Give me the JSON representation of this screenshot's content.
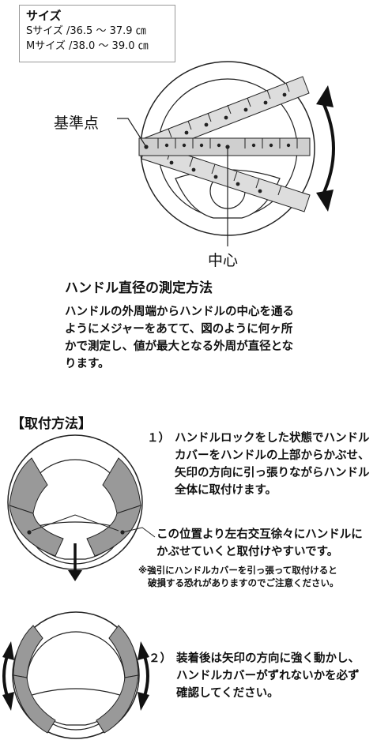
{
  "sizes": {
    "title": "サイズ",
    "s": "Sサイズ /36.5 ～ 37.9 ㎝",
    "m": "Mサイズ /38.0 ～ 39.0 ㎝"
  },
  "diagram": {
    "reference_point_label": "基準点",
    "center_label": "中心"
  },
  "measure": {
    "title": "ハンドル直径の測定方法",
    "lines": [
      "ハンドルの外周端からハンドルの中心を通る",
      "ようにメジャーをあてて、図のように何ヶ所",
      "かで測定し、値が最大となる外周が直径とな",
      "ります。"
    ]
  },
  "mounting": {
    "heading": "【取付方法】",
    "step1": {
      "number": "１）",
      "lines": [
        "ハンドルロックをした状態でハンドル",
        "カバーをハンドルの上部からかぶせ、",
        "矢印の方向に引っ張りながらハンドル",
        "全体に取付けます。"
      ]
    },
    "tip_lines": [
      "この位置より左右交互徐々にハンドルに",
      "かぶせていくと取付けやすいです。"
    ],
    "caution_lines": [
      "※強引にハンドルカバーを引っ張って取付けると",
      "破損する恐れがありますのでご注意ください。"
    ],
    "step2": {
      "number": "２）",
      "lines": [
        "装着後は矢印の方向に強く動かし、",
        "ハンドルカバーがずれないかを必ず",
        "確認してください。"
      ]
    }
  }
}
